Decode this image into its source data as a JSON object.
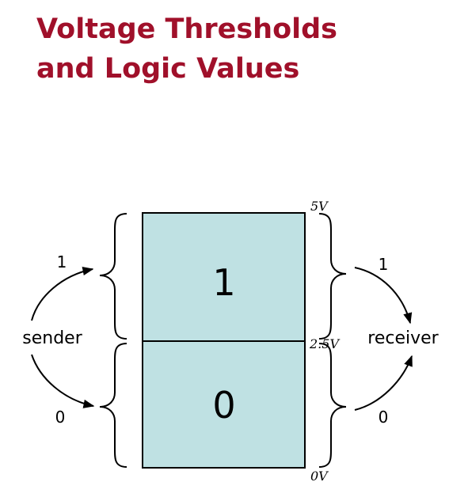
{
  "title": {
    "line1": "Voltage Thresholds",
    "line2": "and Logic Values"
  },
  "diagram": {
    "colors": {
      "title": "#a0102a",
      "box_fill": "#bfe1e3",
      "stroke": "#000000"
    },
    "box": {
      "upper_value": "1",
      "lower_value": "0"
    },
    "voltages": {
      "top": "5V",
      "middle": "2.5V",
      "bottom": "0V"
    },
    "sender": {
      "label": "sender",
      "high": "1",
      "low": "0"
    },
    "receiver": {
      "label": "receiver",
      "high": "1",
      "low": "0"
    }
  }
}
